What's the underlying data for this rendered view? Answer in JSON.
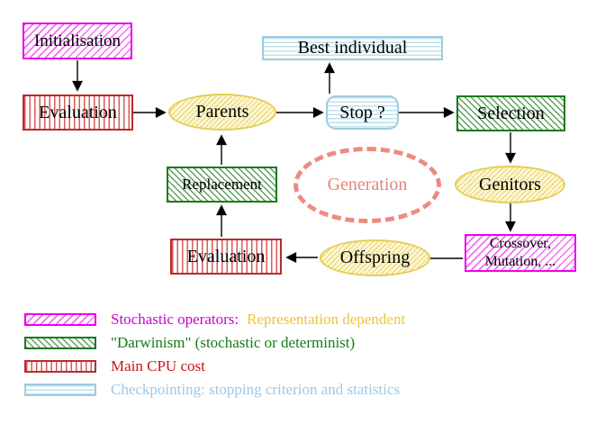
{
  "diagram": {
    "title_implicit": "Evolutionary algorithm generation loop",
    "nodes": {
      "initialisation": "Initialisation",
      "evaluation_top": "Evaluation",
      "parents": "Parents",
      "best_individual": "Best individual",
      "stop": "Stop ?",
      "selection": "Selection",
      "replacement": "Replacement",
      "generation": "Generation",
      "genitors": "Genitors",
      "crossover_line1": "Crossover,",
      "crossover_line2": "Mutation, ...",
      "offspring": "Offspring",
      "evaluation_bottom": "Evaluation"
    },
    "legend": [
      {
        "name": "stochastic-operators",
        "text": "Stochastic operators:",
        "text2": "Representation dependent"
      },
      {
        "name": "darwinism",
        "text": "\"Darwinism\" (stochastic or determinist)"
      },
      {
        "name": "main-cpu-cost",
        "text": "Main CPU cost"
      },
      {
        "name": "checkpointing",
        "text": "Checkpointing: stopping criterion and statistics"
      }
    ],
    "colors": {
      "stochastic_magenta": "#ee00ee",
      "darwinism_green": "#1a7a1a",
      "cpu_red": "#bb2a2a",
      "checkpoint_blue": "#9fcbdf",
      "operator_yellow": "#e4cf52",
      "generation_salmon": "#ec8b80",
      "legend_magenta_text": "#cc00cc",
      "legend_yellow_text": "#f0c42e",
      "legend_green_text": "#157a15",
      "legend_red_text": "#cc1414",
      "legend_blue_text": "#9cc8e6"
    }
  }
}
